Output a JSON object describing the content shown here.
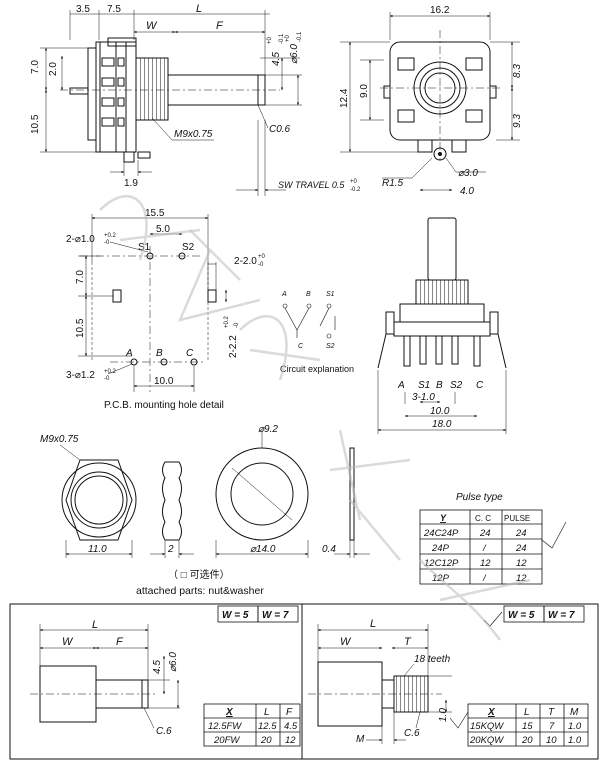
{
  "top_view": {
    "dims_top": [
      "3.5",
      "7.5",
      "L",
      "W",
      "F"
    ],
    "dims_left": [
      "7.0",
      "2.0",
      "10.5"
    ],
    "dims_right": [
      "4.5",
      "⌀6.0"
    ],
    "dim_right_tol": [
      "+0",
      "-0.1",
      "+0",
      "-0.1"
    ],
    "thread": "M9x0.75",
    "chamfer": "C0.6",
    "bottom_dim": "1.9",
    "sw_travel": "SW TRAVEL 0.5",
    "sw_travel_tol": [
      "+0",
      "-0.2"
    ]
  },
  "front_view": {
    "width": "16.2",
    "left_dims": [
      "12.4",
      "9.0"
    ],
    "right_dims": [
      "8.3",
      "9.3"
    ],
    "r": "R1.5",
    "hole": "⌀3.0",
    "pitch": "4.0"
  },
  "pcb": {
    "w1": "15.5",
    "w2": "5.0",
    "hole1": "2-⌀1.0",
    "hole1_tol": [
      "+0.2",
      "-0"
    ],
    "slot": "2-2.0",
    "slot_tol": [
      "+0",
      "-0"
    ],
    "slot2": "2-2.2",
    "slot2_tol": [
      "+0.2",
      "-0"
    ],
    "h1": "7.0",
    "h2": "10.5",
    "hole2": "3-⌀1.2",
    "hole2_tol": [
      "+0.2",
      "-0"
    ],
    "bottom": "10.0",
    "pins": [
      "S1",
      "S2",
      "A",
      "B",
      "C"
    ],
    "caption": "P.C.B. mounting hole detail"
  },
  "circuit": {
    "pins": [
      "A",
      "B",
      "S1",
      "C",
      "S2"
    ],
    "caption": "Circuit explanation"
  },
  "side": {
    "pins": [
      "A",
      "S1",
      "B",
      "S2",
      "C"
    ],
    "pitch": "3-1.0",
    "w1": "10.0",
    "w2": "18.0"
  },
  "nut": {
    "thread": "M9x0.75",
    "width": "11.0",
    "thick": "2",
    "washer_id": "⌀9.2",
    "washer_od": "⌀14.0",
    "washer_t": "0.4"
  },
  "pulse": {
    "title": "Pulse type",
    "headers": [
      "Y",
      "C. C",
      "PULSE"
    ],
    "rows": [
      [
        "24C24P",
        "24",
        "24"
      ],
      [
        "24P",
        "/",
        "24"
      ],
      [
        "12C12P",
        "12",
        "12"
      ],
      [
        "12P",
        "/",
        "12"
      ]
    ]
  },
  "attached": {
    "note": "（ □ 可选件）",
    "label": "attached parts:  nut&washer"
  },
  "bottom_left": {
    "w5": "W = 5",
    "w7": "W = 7",
    "dims": [
      "L",
      "W",
      "F"
    ],
    "dim_right": [
      "4.5",
      "⌀6.0"
    ],
    "chamfer": "C.6",
    "headers": [
      "X",
      "L",
      "F"
    ],
    "rows": [
      [
        "12.5FW",
        "12.5",
        "4.5"
      ],
      [
        "20FW",
        "20",
        "12"
      ]
    ]
  },
  "bottom_right": {
    "w5": "W = 5",
    "w7": "W = 7",
    "dims": [
      "L",
      "W",
      "T"
    ],
    "teeth": "18 teeth",
    "m": "M",
    "chamfer": "C.6",
    "side_dim": "1.0",
    "headers": [
      "X",
      "L",
      "T",
      "M"
    ],
    "rows": [
      [
        "15KQW",
        "15",
        "7",
        "1.0"
      ],
      [
        "20KQW",
        "20",
        "10",
        "1.0"
      ]
    ]
  }
}
